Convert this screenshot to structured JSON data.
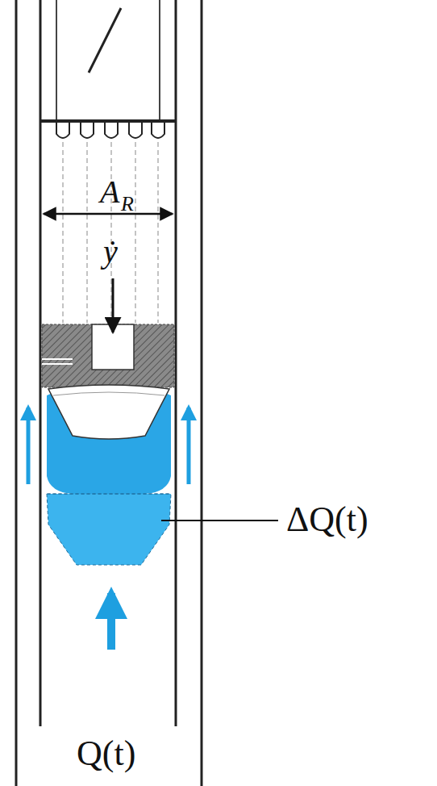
{
  "diagram": {
    "labels": [
      "A",
      "R",
      "ẏ",
      "ΔQ(t)",
      "Q(t)"
    ]
  }
}
